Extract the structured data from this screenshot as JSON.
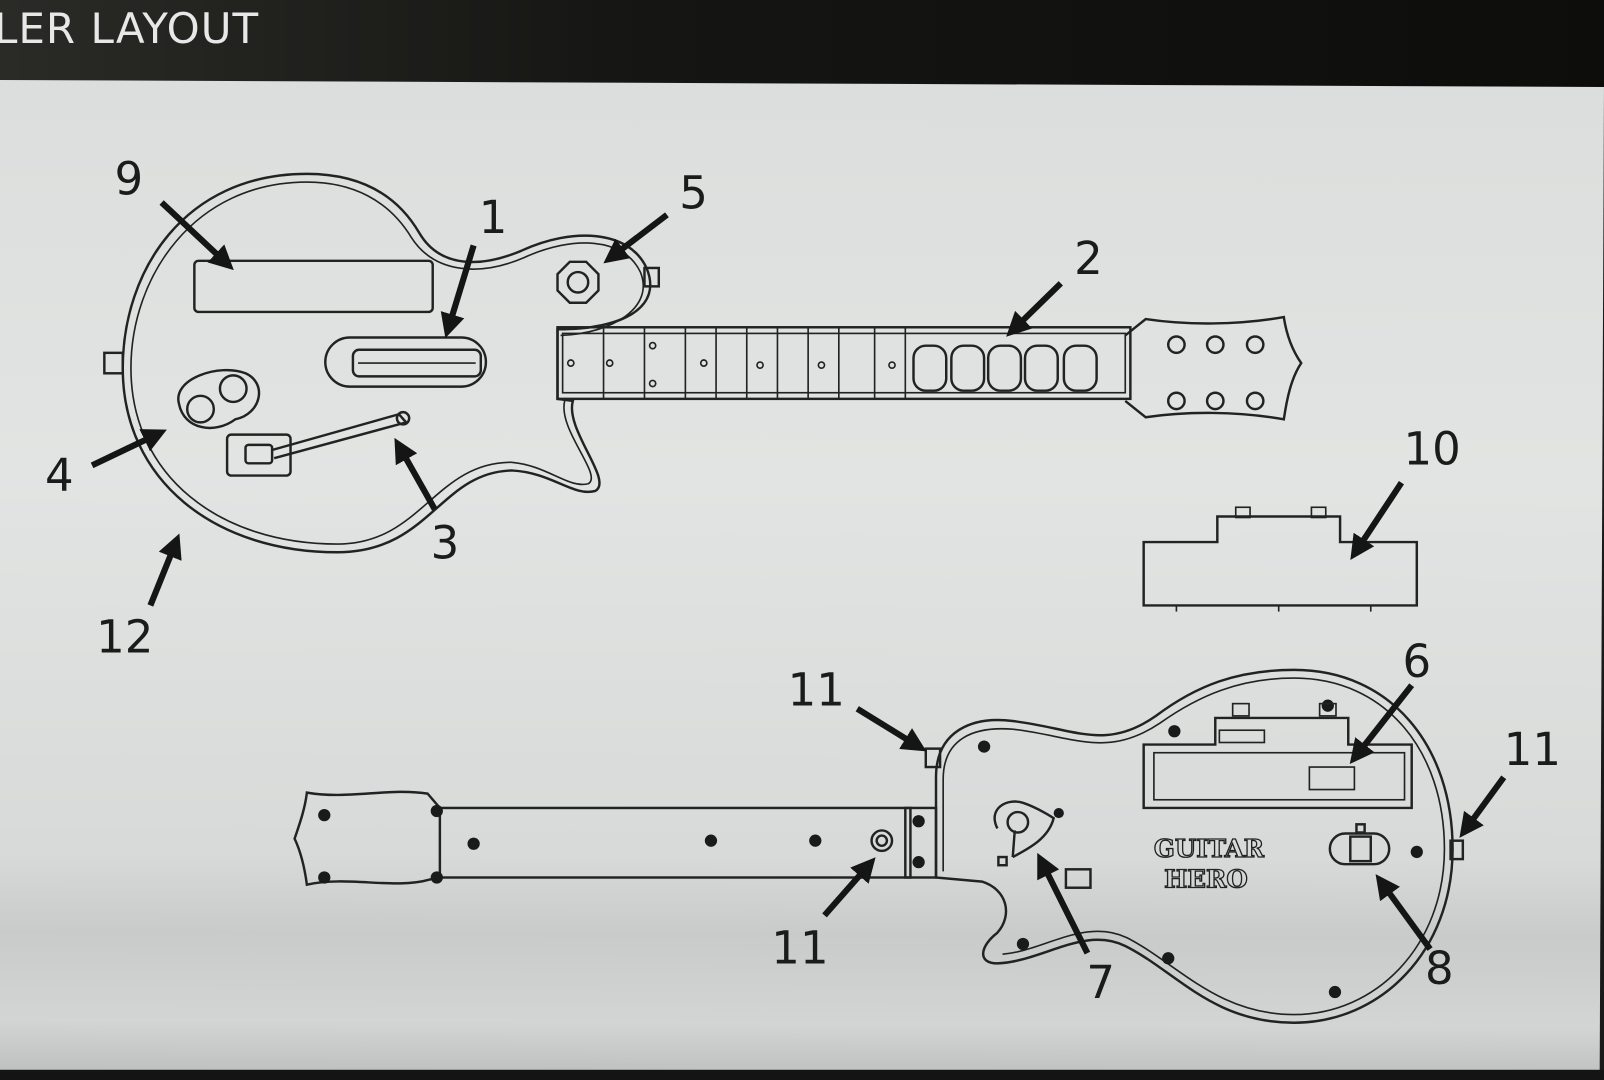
{
  "header": {
    "title": "LER LAYOUT"
  },
  "callouts": {
    "c1": "1",
    "c2": "2",
    "c3": "3",
    "c4": "4",
    "c5": "5",
    "c6": "6",
    "c7": "7",
    "c8": "8",
    "c9": "9",
    "c10": "10",
    "c11a": "11",
    "c11b": "11",
    "c11c": "11",
    "c12": "12"
  },
  "logo": {
    "line1": "GUITAR",
    "line2": "HERO"
  },
  "colors": {
    "paper": "#e0e2e1",
    "ink": "#1b1b1b",
    "header": "#111111"
  }
}
